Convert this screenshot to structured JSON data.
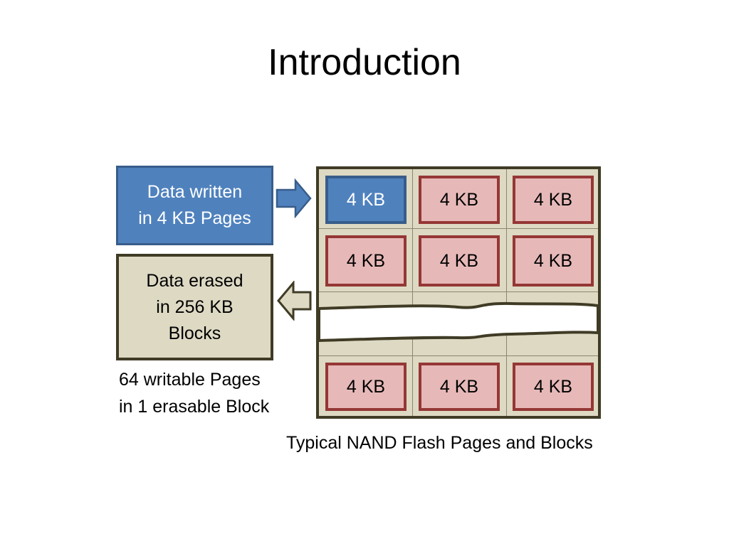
{
  "slide": {
    "title": "Introduction"
  },
  "write_box": {
    "line1": "Data written",
    "line2": "in 4 KB Pages"
  },
  "erase_box": {
    "line1": "Data erased",
    "line2": "in 256 KB",
    "line3": "Blocks"
  },
  "pages_caption": {
    "line1": "64 writable Pages",
    "line2": "in 1 erasable Block"
  },
  "grid": {
    "top_row": [
      "4 KB",
      "4 KB",
      "4 KB"
    ],
    "second_row": [
      "4 KB",
      "4 KB",
      "4 KB"
    ],
    "bottom_row": [
      "4 KB",
      "4 KB",
      "4 KB"
    ]
  },
  "diagram_caption": "Typical NAND Flash Pages and Blocks",
  "colors": {
    "written_page": "#4f81bd",
    "page": "#e6b9b8",
    "page_border": "#953735",
    "block": "#ddd9c3",
    "block_border": "#3f3b25"
  }
}
